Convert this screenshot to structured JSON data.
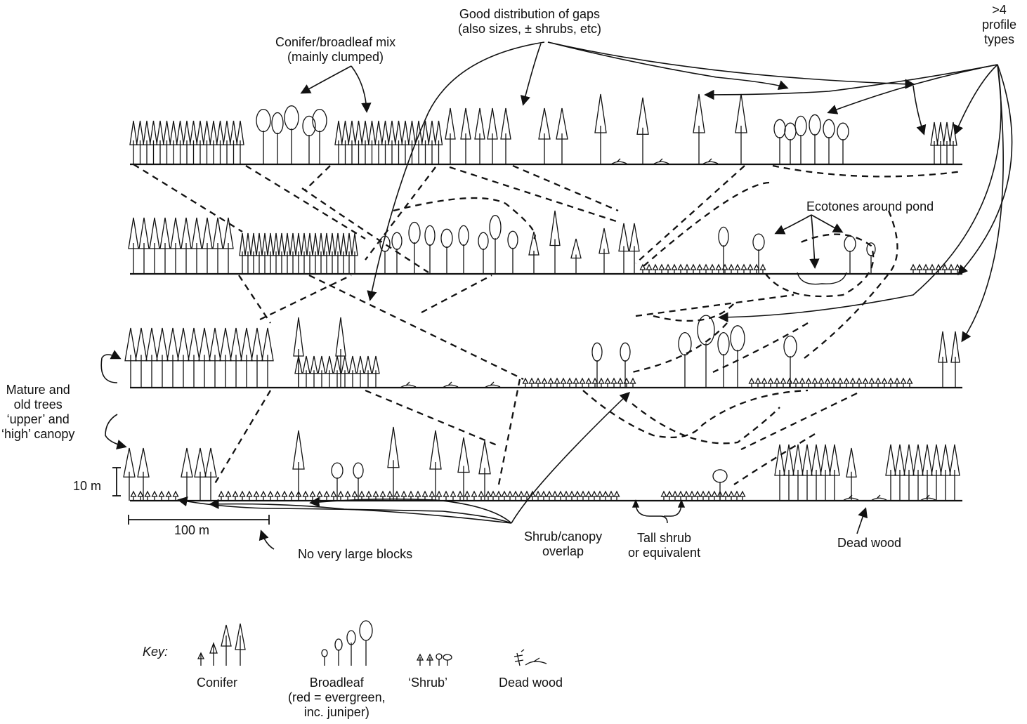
{
  "annotations": {
    "gaps": [
      "Good distribution of gaps",
      "(also sizes, ± shrubs, etc)"
    ],
    "mix": [
      "Conifer/broadleaf mix",
      "(mainly clumped)"
    ],
    "profiles": [
      ">4",
      "profile",
      "types"
    ],
    "ecotones": "Ecotones around pond",
    "mature": [
      "Mature and",
      "old trees",
      "‘upper’ and",
      "‘high’ canopy"
    ],
    "height_scale": "10 m",
    "distance_scale": "100 m",
    "blocks": "No very large blocks",
    "overlap": [
      "Shrub/canopy",
      "overlap"
    ],
    "tallshrub": [
      "Tall shrub",
      "or equivalent"
    ],
    "deadwood": "Dead wood"
  },
  "key": {
    "title": "Key:",
    "conifer": "Conifer",
    "broadleaf": [
      "Broadleaf",
      "(red = evergreen,",
      "inc. juniper)"
    ],
    "shrub": "‘Shrub’",
    "deadwood": "Dead wood"
  }
}
